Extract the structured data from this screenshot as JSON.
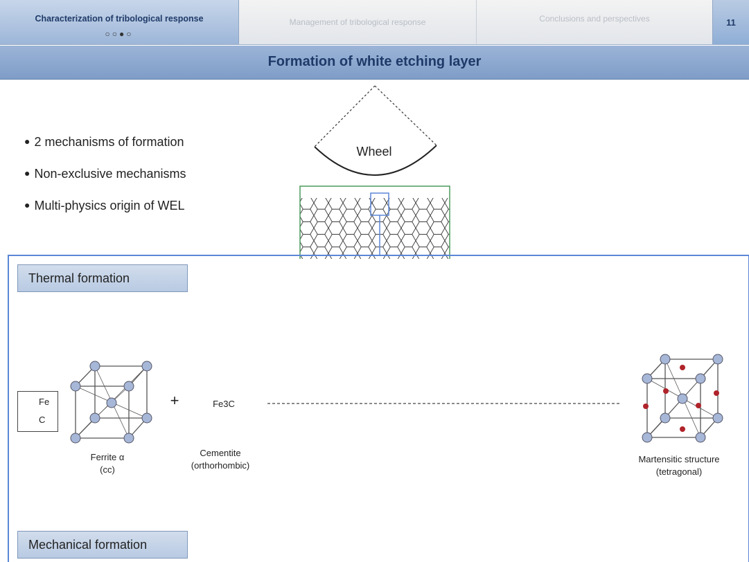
{
  "header": {
    "tabs": [
      {
        "label": "Characterization of tribological response",
        "active": true,
        "progress_dots": "○○●○"
      },
      {
        "label": "Management of tribological response",
        "active": false
      },
      {
        "label": "Conclusions and perspectives",
        "active": false
      }
    ],
    "page_number": "11"
  },
  "slide": {
    "title": "Formation of white etching layer",
    "bullets": [
      "2 mechanisms of formation",
      "Non-exclusive mechanisms",
      "Multi-physics origin of WEL"
    ],
    "wheel_label": "Wheel",
    "thermal_label": "Thermal formation",
    "mechanical_label": "Mechanical formation",
    "legend": {
      "fe": "Fe",
      "c": "C"
    },
    "plus": "+",
    "fe3c": "Fe3C",
    "ferrite": {
      "line1": "Ferrite α",
      "line2": "(cc)"
    },
    "cementite": {
      "line1": "Cementite",
      "line2": "(orthorhombic)"
    },
    "martensite": {
      "line1": "Martensitic structure",
      "line2": "(tetragonal)"
    }
  },
  "colors": {
    "atom_fe": "#a6b7d8",
    "atom_c": "#b0232a",
    "frame_blue": "#5b86d6",
    "rail_green": "#4b9a5c"
  }
}
